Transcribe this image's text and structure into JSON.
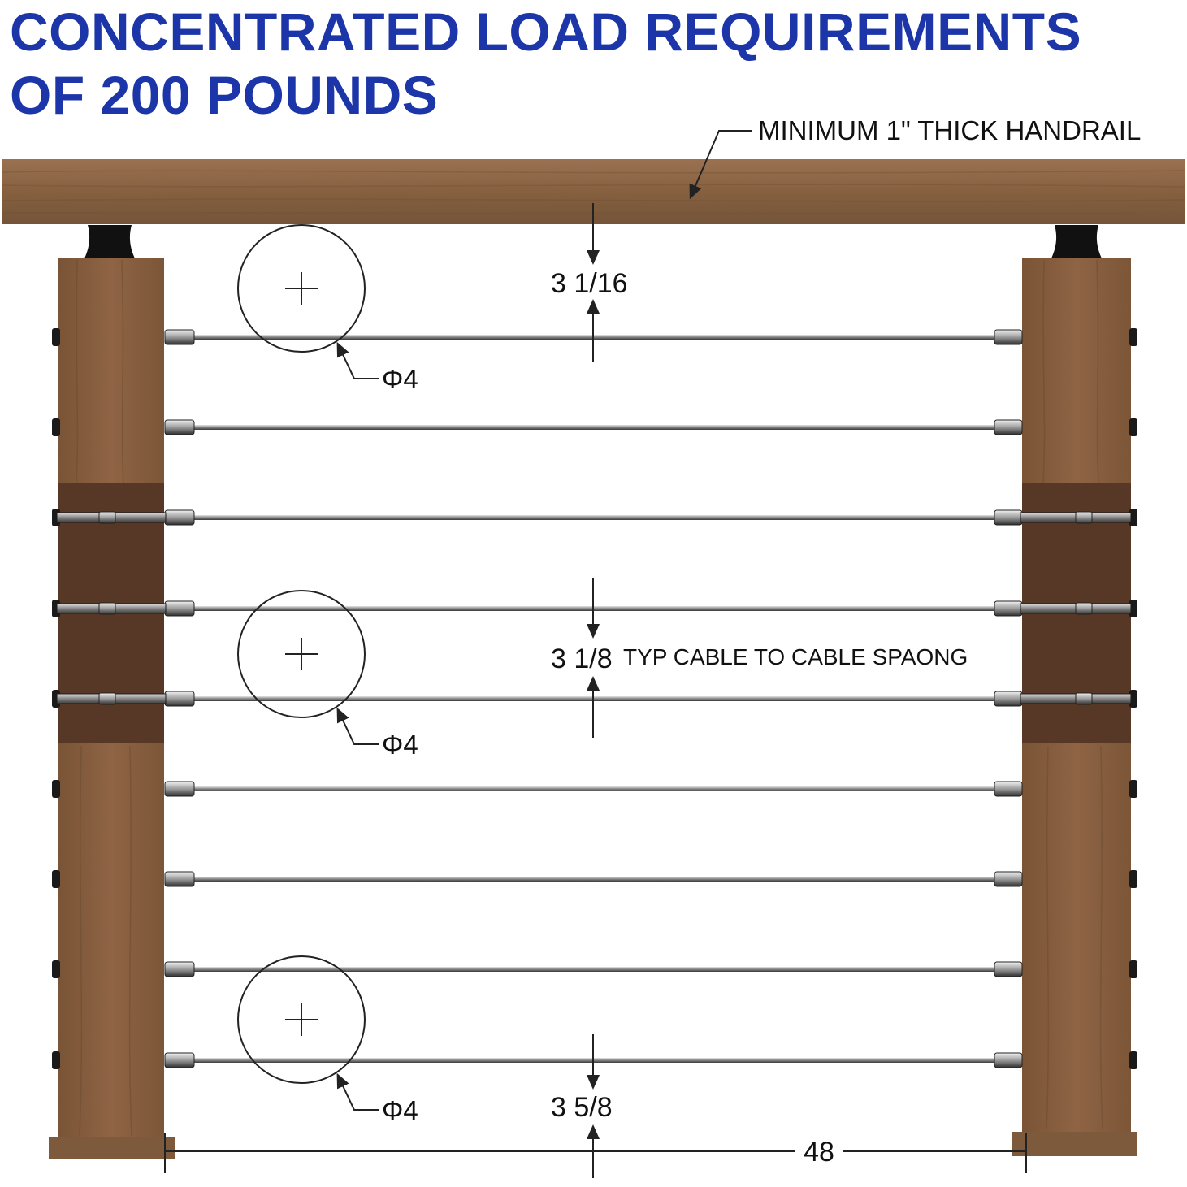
{
  "title": {
    "line1": "CONCENTRATED LOAD REQUIREMENTS",
    "line2": "OF 200 POUNDS",
    "color": "#1c35a8"
  },
  "handrail": {
    "label": "MINIMUM 1\" THICK HANDRAIL",
    "wood_color": "#8a6343"
  },
  "posts": {
    "wood_color": "#8b6040",
    "band_color": "#563826"
  },
  "cables": {
    "count": 9,
    "clamped_rows": [
      3,
      4,
      5
    ]
  },
  "dimensions": {
    "top_gap": "3 1/16",
    "typ_value": "3 1/8",
    "typ_label": "TYP CABLE TO CABLE SPAONG",
    "bottom_gap": "3 5/8",
    "width": "48"
  },
  "load_circles": [
    {
      "label": "Φ4"
    },
    {
      "label": "Φ4"
    },
    {
      "label": "Φ4"
    }
  ]
}
